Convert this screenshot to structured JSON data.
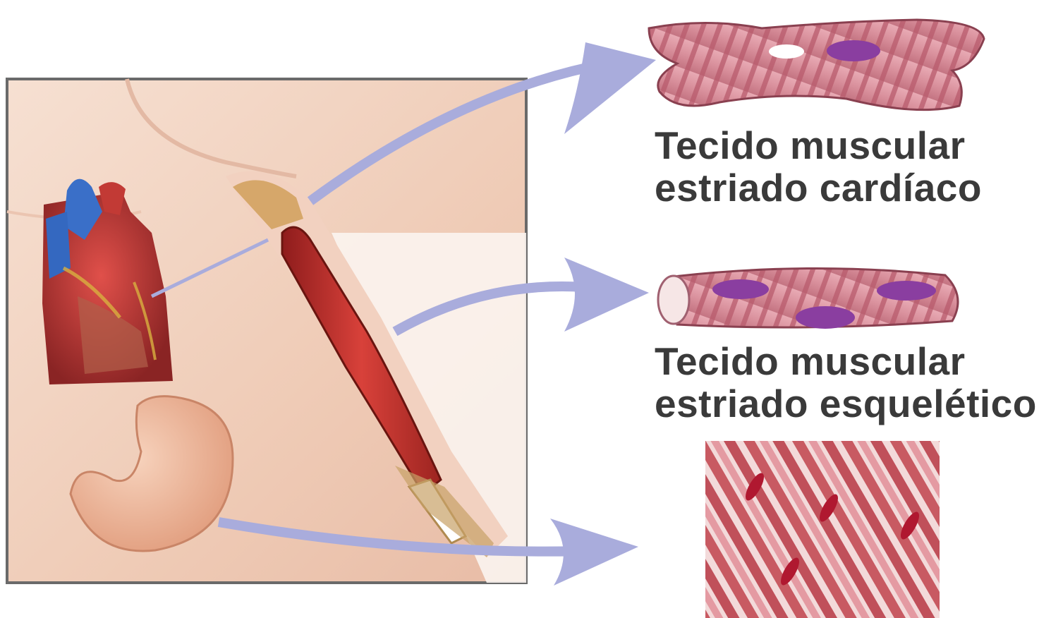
{
  "labels": {
    "cardiac": {
      "line1": "Tecido muscular",
      "line2": "estriado cardíaco"
    },
    "skeletal": {
      "line1": "Tecido muscular",
      "line2": "estriado esquelético"
    }
  },
  "colors": {
    "arrow": "#a9acdc",
    "skin": "#f2d2bf",
    "muscle_red": "#c8302c",
    "fiber_pink": "#d98c98",
    "nucleus_purple": "#8a3ea0",
    "label_text": "#3a3a3a"
  }
}
